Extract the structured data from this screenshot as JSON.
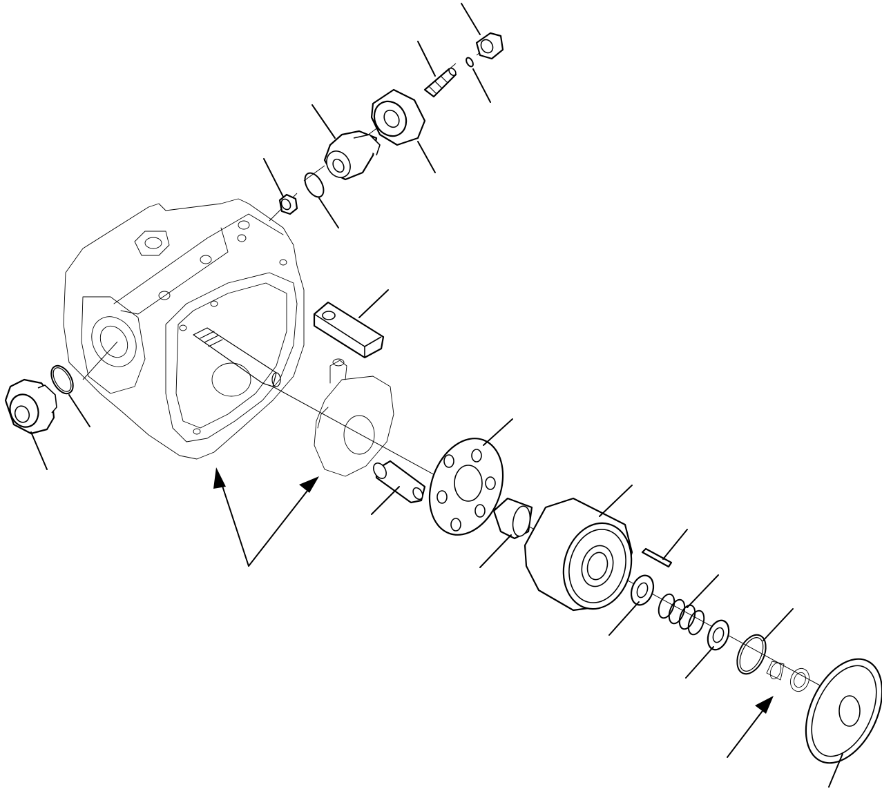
{
  "diagram": {
    "kind": "exploded-parts-view",
    "line_color": "#000000",
    "background_color": "#ffffff",
    "callout_count": 19,
    "arrow_count": 3
  }
}
